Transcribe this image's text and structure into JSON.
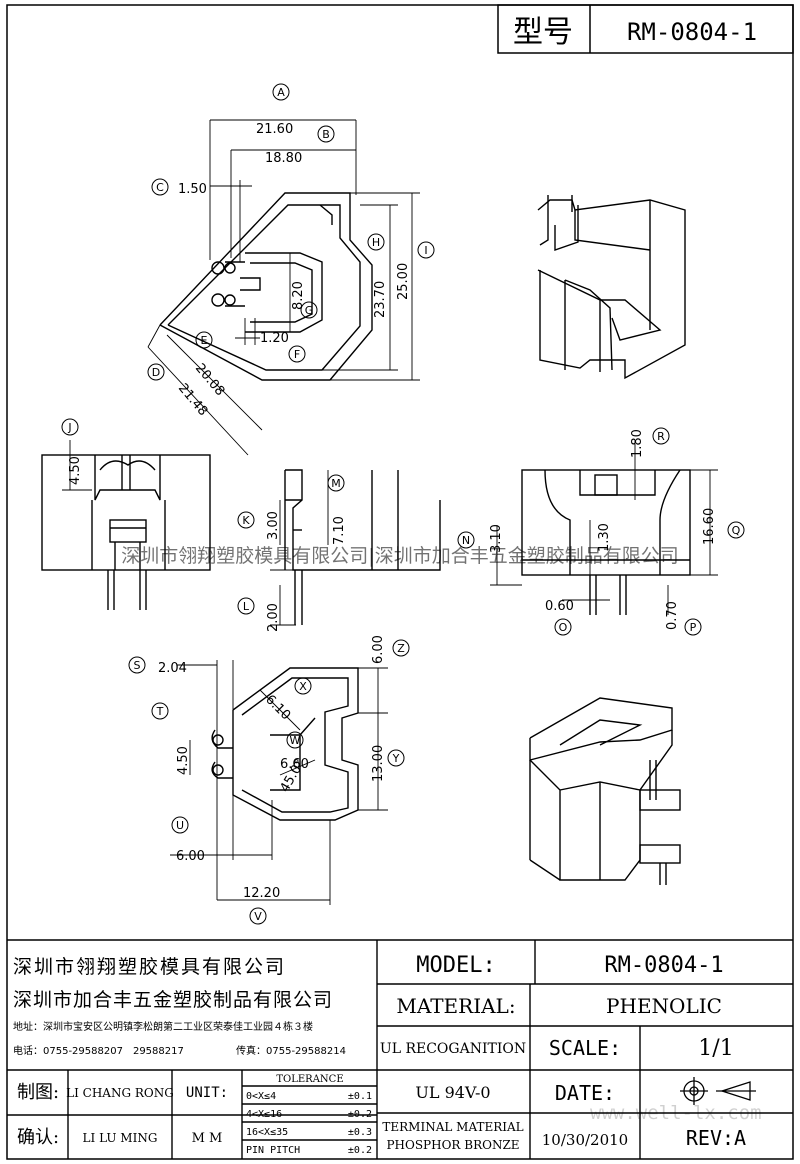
{
  "header": {
    "model_label": "型号",
    "model_value": "RM-0804-1"
  },
  "dimensions": {
    "A": "A",
    "B": "B",
    "C": "C",
    "D": "D",
    "E": "E",
    "F": "F",
    "G": "G",
    "H": "H",
    "I": "I",
    "J": "J",
    "K": "K",
    "L": "L",
    "M": "M",
    "N": "N",
    "O": "O",
    "P": "P",
    "Q": "Q",
    "R": "R",
    "S": "S",
    "T": "T",
    "U": "U",
    "V": "V",
    "W": "W",
    "X": "X",
    "Y": "Y",
    "Z": "Z",
    "A_val": "21.60",
    "B_val": "18.80",
    "C_val": "1.50",
    "D_val": "21.48",
    "E_val": "20.08",
    "F_val": "1.20",
    "G_val": "8.20",
    "H_val": "23.70",
    "I_val": "25.00",
    "J_val": "4.50",
    "K_val": "3.00",
    "L_val": "2.00",
    "M_val": "7.10",
    "N_val": "3.10",
    "O_val": "0.60",
    "P_val": "0.70",
    "Q_val": "16.60",
    "R_val": "1.80",
    "mid_val": "1.30",
    "S_val": "2.04",
    "T_val": "4.50",
    "U_val": "6.00",
    "V_val": "12.20",
    "W_val": "6.60",
    "X_val": "6.10",
    "Y_val": "13.00",
    "Z_val": "6.00",
    "angle_val": "45.0°"
  },
  "watermark": "深圳市翎翔塑胶模具有限公司|深圳市加合丰五金塑胶制品有限公司",
  "site_watermark": "www.well-lx.com",
  "title_block": {
    "company1": "深圳市翎翔塑胶模具有限公司",
    "company2": "深圳市加合丰五金塑胶制品有限公司",
    "address": "地址：深圳市宝安区公明镇李松朗第二工业区荣泰佳工业园４栋３楼",
    "phone": "电话：0755-29588207　29588217",
    "fax": "传真：0755-29588214",
    "model_label": "MODEL:",
    "model_value": "RM-0804-1",
    "material_label": "MATERIAL:",
    "material_value": "PHENOLIC",
    "ul_label": "UL RECOGANITION",
    "ul_value": "UL 94V-0",
    "scale_label": "SCALE:",
    "scale_value": "1/1",
    "date_label": "DATE:",
    "date_value": "10/30/2010",
    "terminal_line1": "TERMINAL MATERIAL",
    "terminal_line2": "PHOSPHOR  BRONZE",
    "rev_label": "REV:A",
    "drawn_label": "制图:",
    "drawn_name": "LI CHANG RONG",
    "checked_label": "确认:",
    "checked_name": "LI LU MING",
    "unit_label": "UNIT:",
    "unit_value": "M M",
    "tolerance_title": "TOLERANCE",
    "tolerances": [
      {
        "range": "0<X≤4",
        "tol": "±0.1"
      },
      {
        "range": "4<X≤16",
        "tol": "±0.2"
      },
      {
        "range": "16<X≤35",
        "tol": "±0.3"
      },
      {
        "range": "PIN PITCH",
        "tol": "±0.2"
      }
    ]
  }
}
